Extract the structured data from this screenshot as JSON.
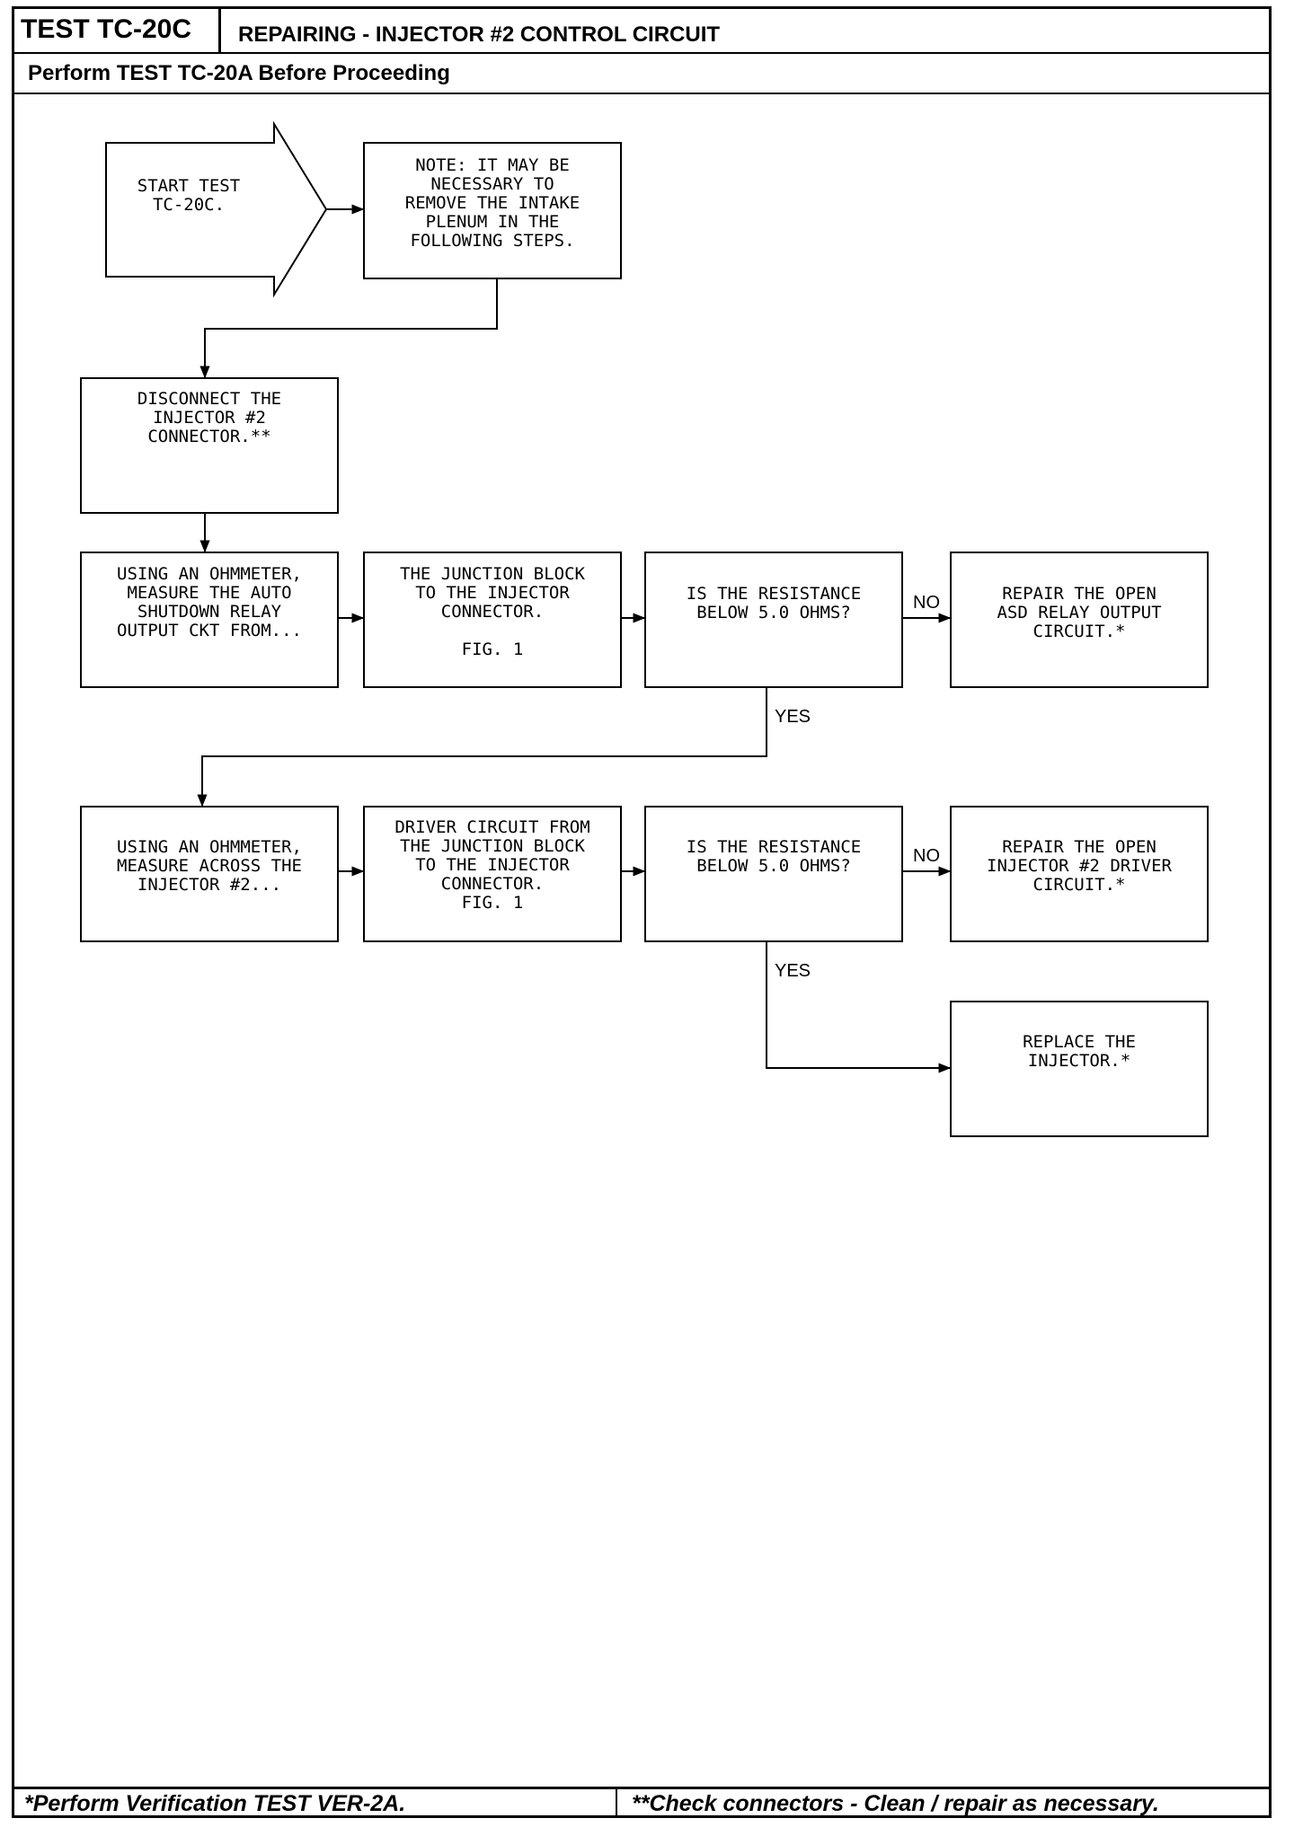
{
  "header": {
    "test_id": "TEST TC-20C",
    "title": "REPAIRING - INJECTOR #2 CONTROL CIRCUIT",
    "subtitle": "Perform TEST TC-20A Before Proceeding"
  },
  "footer": {
    "left": "*Perform Verification TEST VER-2A.",
    "right": "**Check connectors - Clean / repair as necessary."
  },
  "nodes": {
    "start": [
      "START TEST",
      "TC-20C."
    ],
    "note": [
      "NOTE: IT MAY BE",
      "NECESSARY TO",
      "REMOVE THE INTAKE",
      "PLENUM IN THE",
      "FOLLOWING STEPS."
    ],
    "disconnect": [
      "DISCONNECT THE",
      "INJECTOR #2",
      "CONNECTOR.**"
    ],
    "ohm1": [
      "USING AN OHMMETER,",
      "MEASURE THE AUTO",
      "SHUTDOWN RELAY",
      "OUTPUT CKT FROM..."
    ],
    "junction1": [
      "THE JUNCTION BLOCK",
      "TO THE INJECTOR",
      "CONNECTOR.",
      "",
      "FIG. 1"
    ],
    "decision1": [
      "IS THE RESISTANCE",
      "BELOW 5.0 OHMS?"
    ],
    "repair1": [
      "REPAIR THE OPEN",
      "ASD RELAY OUTPUT",
      "CIRCUIT.*"
    ],
    "ohm2": [
      "USING AN OHMMETER,",
      "MEASURE ACROSS THE",
      "INJECTOR #2..."
    ],
    "driver": [
      "DRIVER CIRCUIT FROM",
      "THE JUNCTION BLOCK",
      "TO THE INJECTOR",
      "CONNECTOR.",
      "FIG. 1"
    ],
    "decision2": [
      "IS THE RESISTANCE",
      "BELOW 5.0 OHMS?"
    ],
    "repair2": [
      "REPAIR THE OPEN",
      "INJECTOR #2 DRIVER",
      "CIRCUIT.*"
    ],
    "replace": [
      "REPLACE THE",
      "INJECTOR.*"
    ]
  },
  "labels": {
    "no1": "NO",
    "yes1": "YES",
    "no2": "NO",
    "yes2": "YES"
  }
}
